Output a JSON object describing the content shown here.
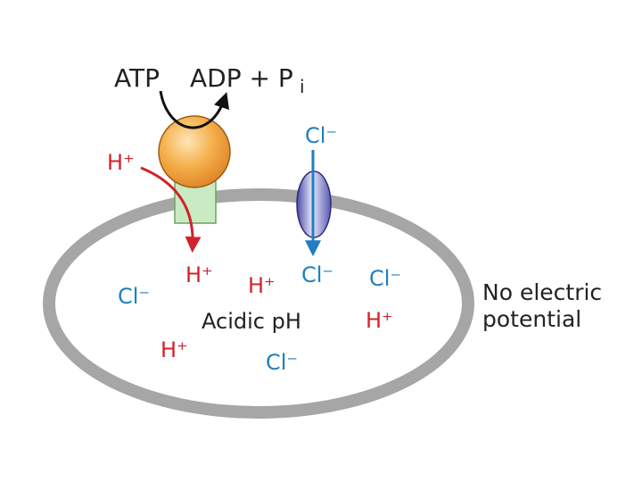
{
  "reaction": {
    "atp": "ATP",
    "adp_pi": "ADP + P",
    "pi_subscript": "i"
  },
  "ions": {
    "h_outside": "H⁺",
    "cl_outside": "Cl⁻",
    "h_inside_1": "H⁺",
    "h_inside_2": "H⁺",
    "cl_channel_inside": "Cl⁻",
    "cl_inside_right": "Cl⁻",
    "cl_inside_left": "Cl⁻",
    "h_inside_right": "H⁺",
    "h_inside_bottom": "H⁺",
    "cl_inside_bottom": "Cl⁻"
  },
  "labels": {
    "acidic_ph": "Acidic pH",
    "no_electric_line1": "No electric",
    "no_electric_line2": "potential"
  },
  "colors": {
    "proton": "#d0232e",
    "chloride": "#1f7fbf",
    "membrane": "#a6a6a6",
    "pump_head": "#f2a33a",
    "pump_stalk": "#c9ebc4",
    "channel": "#8f8fcf",
    "text": "#222222"
  }
}
